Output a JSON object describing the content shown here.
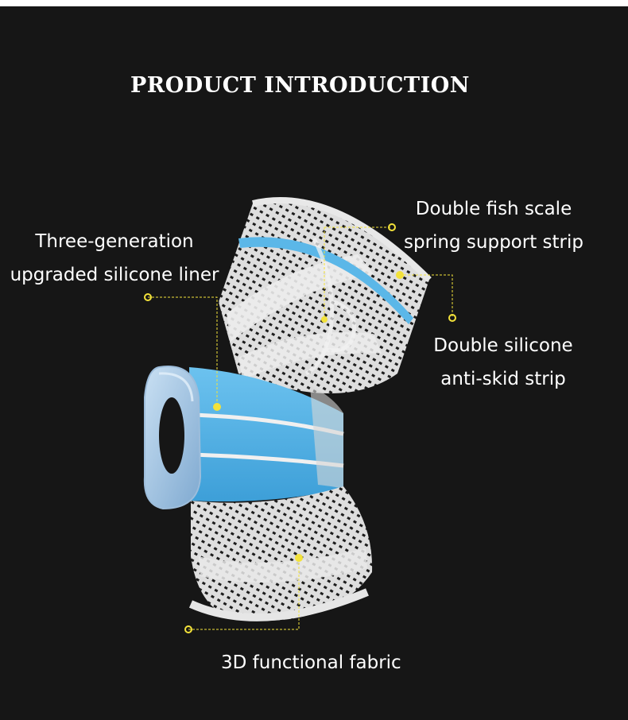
{
  "title": "PRODUCT INTRODUCTION",
  "labels": {
    "liner": [
      "Three-generation",
      "upgraded silicone liner"
    ],
    "fish_scale": [
      "Double fish scale",
      "spring support strip"
    ],
    "anti_skid": [
      "Double silicone",
      "anti-skid strip"
    ],
    "fabric": "3D functional fabric"
  },
  "colors": {
    "background": "#161616",
    "sleeve": "#dcdcdc",
    "panel_blue": "#5bb7e8",
    "silicone": "#a9c9e6",
    "callout": "#f3e23a"
  }
}
